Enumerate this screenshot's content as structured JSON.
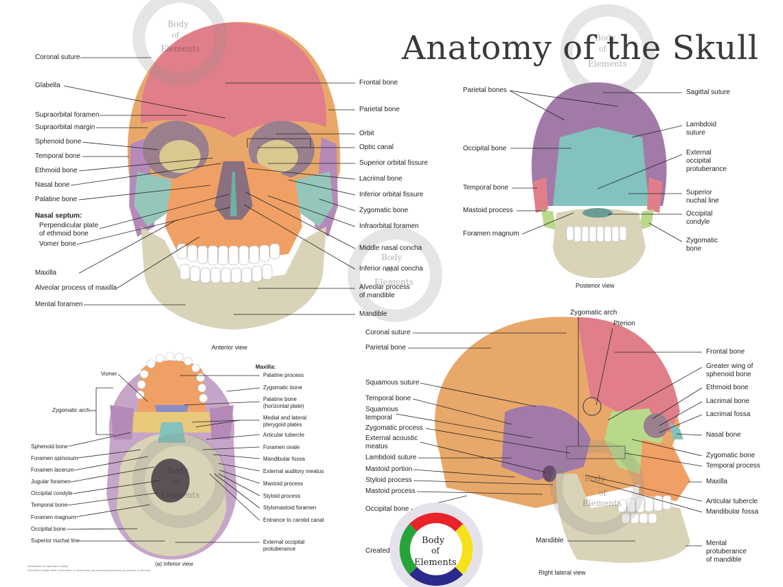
{
  "title": "Anatomy of the Skull",
  "views": {
    "anterior": "Anterior view",
    "posterior": "Posterior view",
    "inferior": "(a) Inferior view",
    "lateral": "Right lateral view"
  },
  "anterior_labels_left": {
    "coronal_suture": "Coronal suture",
    "glabella": "Glabella",
    "supraorbital_foramen": "Supraorbital foramen",
    "supraorbital_margin": "Supraorbital margin",
    "sphenoid_bone": "Sphenoid bone",
    "temporal_bone": "Temporal bone",
    "ethmoid_bone": "Ethmoid bone",
    "nasal_bone": "Nasal bone",
    "palatine_bone": "Palatine bone",
    "nasal_septum": "Nasal septum:",
    "perpendicular_plate": "Perpendicular plate\nof ethmoid bone",
    "vomer_bone": "Vomer bone",
    "maxilla": "Maxilla",
    "alveolar_process_maxilla": "Alveolar process of maxilla",
    "mental_foramen": "Mental foramen"
  },
  "anterior_labels_right": {
    "frontal_bone": "Frontal bone",
    "parietal_bone": "Parietal bone",
    "orbit": "Orbit",
    "optic_canal": "Optic canal",
    "superior_orbital_fissure": "Superior orbital fissure",
    "lacrimal_bone": "Lacrimal bone",
    "inferior_orbital_fissure": "Inferior orbital fissure",
    "zygomatic_bone": "Zygomatic bone",
    "infraorbital_foramen": "Infraorbital foramen",
    "middle_nasal_concha": "Middle nasal concha",
    "inferior_nasal_concha": "Inferior nasal concha",
    "alveolar_process_mandible": "Alveolar process\nof mandible",
    "mandible": "Mandible"
  },
  "posterior_labels": {
    "parietal_bones": "Parietal bones",
    "occipital_bone": "Occipital bone",
    "temporal_bone": "Temporal bone",
    "mastoid_process": "Mastoid process",
    "foramen_magnum": "Foramen magnum",
    "sagittal_suture": "Sagittal suture",
    "lambdoid_suture": "Lambdoid\nsuture",
    "external_occipital_protuberance": "External\noccipital\nprotuberance",
    "superior_nuchal_line": "Superior\nnuchal line",
    "occipital_condyle": "Occipital\ncondyle",
    "zygomatic_bone": "Zygomatic\nbone"
  },
  "inferior_labels_left": {
    "vomer": "Vomer",
    "zygomatic_arch": "Zygomatic arch",
    "sphenoid_bone": "Sphenoid bone",
    "foramen_spinosum": "Foramen spinosum",
    "foramen_lacerum": "Foramen lacerum",
    "jugular_foramen": "Jugular foramen",
    "occipital_condyle": "Occipital condyle",
    "temporal_bone": "Temporal bone",
    "foramen_magnum": "Foramen magnum",
    "occipital_bone": "Occipital bone",
    "superior_nuchal_line": "Superior nuchal line"
  },
  "inferior_labels_right": {
    "maxilla_header": "Maxilla:",
    "palatine_process": "Palatine process",
    "zygomatic_bone": "Zygomatic bone",
    "palatine_bone": "Palatine bone\n(horizontal plate)",
    "pterygoid_plates": "Medial and lateral\npterygoid plates",
    "articular_tubercle": "Articular tubercle",
    "foramen_ovale": "Foramen ovale",
    "mandibular_fossa": "Mandibular fossa",
    "external_auditory_meatus": "External auditory meatus",
    "mastoid_process": "Mastoid process",
    "styloid_process": "Styloid process",
    "stylomastoid_foramen": "Stylomastoid  foramen",
    "carotid_canal": "Entrance to carotid canal",
    "external_occipital_protuberance": "External occipital\nprotuberance"
  },
  "lateral_labels_left": {
    "coronal_suture": "Coronal suture",
    "parietal_bone": "Parietal bone",
    "squamous_suture": "Squamous suture",
    "temporal_bone": "Temporal bone",
    "squamous_temporal": "Squamous\ntemporal",
    "zygomatic_process": "Zygomatic process",
    "external_acoustic_meatus": "External acoustic\nmeatus",
    "lambdoid_suture": "Lambdoid suture",
    "mastoid_portion": "Mastoid portion",
    "styloid_process": "Styloid process",
    "mastoid_process": "Mastoid process",
    "occipital_bone": "Occipital bone"
  },
  "lateral_labels_top": {
    "zygomatic_arch": "Zygomatic arch",
    "pterion": "Pterion",
    "mandible": "Mandible"
  },
  "lateral_labels_right": {
    "frontal_bone": "Frontal bone",
    "greater_wing": "Greater wing of\nsphenoid bone",
    "ethmoid_bone": "Ethmoid bone",
    "lacrimal_bone": "Lacrimal bone",
    "lacrimal_fossa": "Lacrimal fossa",
    "nasal_bone": "Nasal bone",
    "zygomatic_bone": "Zygomatic bone",
    "temporal_process": "Temporal process",
    "maxilla": "Maxilla",
    "articular_tubercle": "Articular tubercle",
    "mandibular_fossa": "Mandibular fossa",
    "mental_protuberance": "Mental\nprotuberance\nof mandible"
  },
  "credits": {
    "created": "Created",
    "line1": "Illustrations by OpenStax College",
    "line2": "OpenStax College does not endorse or recommend any commercial products, processes, or services."
  },
  "logo": {
    "word1": "Body",
    "word2": "of",
    "word3": "Elements",
    "ring_colors": [
      "#e8232a",
      "#f5e21a",
      "#2a2a8c",
      "#27a33a"
    ]
  },
  "bone_colors": {
    "frontal": "#e07f8a",
    "parietal": "#e8a86a",
    "temporal": "#a27aa8",
    "occipital": "#83c2bd",
    "zygomatic": "#95c6bc",
    "maxilla": "#f0a064",
    "mandible": "#d9d3b8",
    "sphenoid": "#c9b56a",
    "teeth": "#ffffff"
  }
}
